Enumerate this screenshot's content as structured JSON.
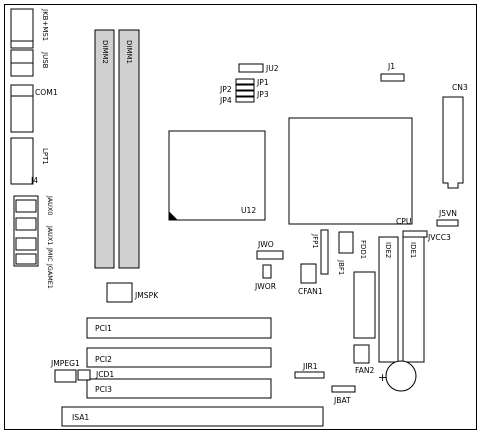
{
  "labels": {
    "jkb_ms1": "JKB+MS1",
    "jusb": "JUSB",
    "com1": "COM1",
    "lpt1": "LPT1",
    "j4": "J4",
    "jaux0": "JAUX0",
    "jaux1": "JAUX1",
    "jmic": "JMIC",
    "jgame1": "JGAME1",
    "dimm2": "DIMM2",
    "dimm1": "DIMM1",
    "ju2": "JU2",
    "j1": "J1",
    "jp1": "JP1",
    "jp2": "JP2",
    "jp3": "JP3",
    "jp4": "JP4",
    "cn3": "CN3",
    "u12": "U12",
    "cpu": "CPU",
    "j5vn": "J5VN",
    "jvcc3": "JVCC3",
    "jwo": "JWO",
    "jwor": "JWOR",
    "jfp1": "JFP1",
    "cfan1": "CFAN1",
    "jbf1": "JBF1",
    "fdd1": "FDD1",
    "ide2": "IDE2",
    "ide1": "IDE1",
    "jmspk": "JMSPK",
    "pci1": "PCI1",
    "pci2": "PCI2",
    "pci3": "PCI3",
    "jmpeg1": "JMPEG1",
    "jcd1": "JCD1",
    "jir1": "JIR1",
    "fan2": "FAN2",
    "plus": "+",
    "jbat": "JBAT",
    "isa1": "ISA1"
  }
}
